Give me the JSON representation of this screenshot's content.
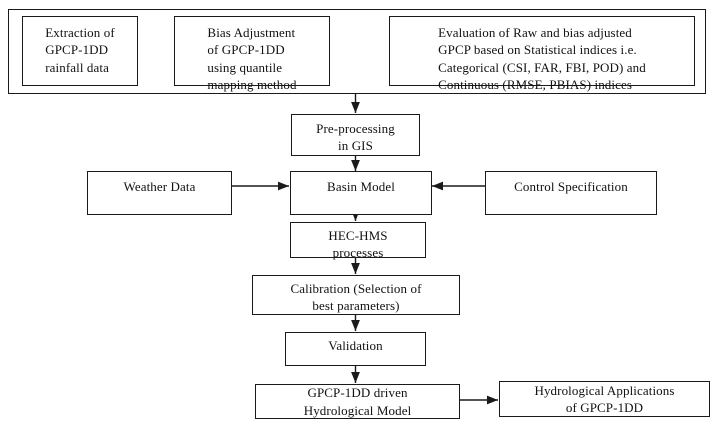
{
  "diagram": {
    "title": "GPCP-1DD hydrological modelling workflow flowchart",
    "stroke_color": "#1a1a1a",
    "background_color": "#ffffff",
    "nodes": {
      "extraction": {
        "label": "Extraction of\nGPCP-1DD\nrainfall data"
      },
      "bias_adjustment": {
        "label": "Bias Adjustment\nof GPCP-1DD\nusing quantile\nmapping method"
      },
      "evaluation": {
        "label": "Evaluation of Raw and bias adjusted\nGPCP based on Statistical indices i.e.\nCategorical (CSI, FAR, FBI, POD) and\nContinuous (RMSE, PBIAS) indices"
      },
      "preprocessing": {
        "label": "Pre-processing\nin GIS"
      },
      "weather_data": {
        "label": "Weather Data"
      },
      "basin_model": {
        "label": "Basin Model"
      },
      "control_specification": {
        "label": "Control Specification"
      },
      "hec_hms": {
        "label": "HEC-HMS\nprocesses"
      },
      "calibration": {
        "label": "Calibration (Selection of\nbest parameters)"
      },
      "validation": {
        "label": "Validation"
      },
      "driven_model": {
        "label": "GPCP-1DD driven\nHydrological Model"
      },
      "applications": {
        "label": "Hydrological Applications\nof GPCP-1DD"
      }
    },
    "connectors": [
      {
        "name": "extraction-to-bias",
        "from": "extraction",
        "to": "bias_adjustment",
        "direction": "right"
      },
      {
        "name": "bias-to-evaluation",
        "from": "bias_adjustment",
        "to": "evaluation",
        "direction": "right"
      },
      {
        "name": "group-to-preprocessing",
        "from": "evaluation_group",
        "to": "preprocessing",
        "direction": "down"
      },
      {
        "name": "preprocessing-to-basin",
        "from": "preprocessing",
        "to": "basin_model",
        "direction": "down"
      },
      {
        "name": "weather-to-basin",
        "from": "weather_data",
        "to": "basin_model",
        "direction": "right"
      },
      {
        "name": "control-to-basin",
        "from": "control_specification",
        "to": "basin_model",
        "direction": "left"
      },
      {
        "name": "basin-to-hechms",
        "from": "basin_model",
        "to": "hec_hms",
        "direction": "down"
      },
      {
        "name": "hechms-to-calibration",
        "from": "hec_hms",
        "to": "calibration",
        "direction": "down"
      },
      {
        "name": "calibration-to-validation",
        "from": "calibration",
        "to": "validation",
        "direction": "down"
      },
      {
        "name": "validation-to-driven",
        "from": "validation",
        "to": "driven_model",
        "direction": "down"
      },
      {
        "name": "driven-to-applications",
        "from": "driven_model",
        "to": "applications",
        "direction": "right"
      }
    ]
  }
}
